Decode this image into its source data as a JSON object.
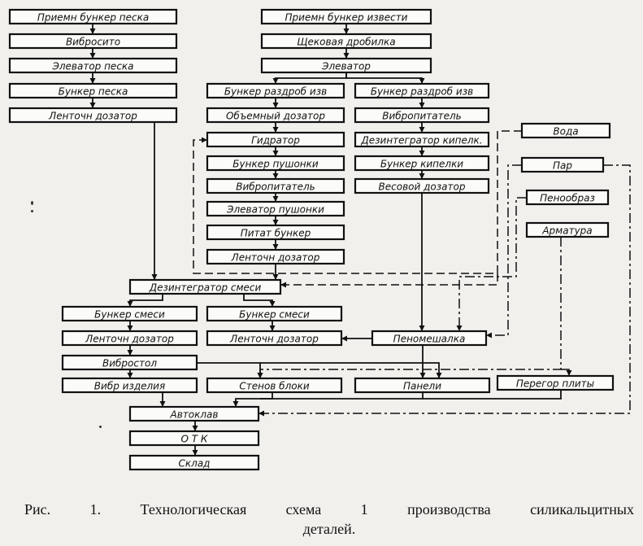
{
  "boxes": {
    "sand_receiving_bunker": "Приемн бункер песка",
    "vibrosieve": "Вибросито",
    "sand_elevator": "Элеватор песка",
    "sand_bunker": "Бункер песка",
    "sand_belt_dispenser": "Ленточн дозатор",
    "lime_receiving_bunker": "Приемн бункер извести",
    "jaw_crusher": "Щековая дробилка",
    "elevator": "Элеватор",
    "crushed_lime_bunker_1": "Бункер раздроб изв",
    "crushed_lime_bunker_2": "Бункер раздроб изв",
    "volumetric_dispenser": "Объемный дозатор",
    "vibrofeeder_1": "Вибропитатель",
    "hydrator": "Гидратор",
    "disintegrator_boiling": "Дезинтегратор кипелк.",
    "fluff_bunker": "Бункер пушонки",
    "boiling_lime_bunker": "Бункер кипелки",
    "vibrofeeder_2": "Вибропитатель",
    "weight_dispenser": "Весовой дозатор",
    "fluff_elevator": "Элеватор пушонки",
    "feeder_bunker": "Питат бункер",
    "belt_dispenser_1": "Ленточн дозатор",
    "water": "Вода",
    "steam": "Пар",
    "foaming_agent": "Пенообраз",
    "reinforcement": "Арматура",
    "mix_disintegrator": "Дезинтегратор смеси",
    "mix_bunker_1": "Бункер смеси",
    "mix_bunker_2": "Бункер смеси",
    "belt_dispenser_2": "Ленточн дозатор",
    "belt_dispenser_3": "Ленточн дозатор",
    "foam_mixer": "Пеномешалка",
    "vibrotable": "Вибростол",
    "vibro_products": "Вибр изделия",
    "wall_blocks": "Стенов блоки",
    "panels": "Панели",
    "partition_slabs": "Перегор плиты",
    "autoclave": "Автоклав",
    "otk": "О Т К",
    "warehouse": "Склад"
  },
  "caption": {
    "line1": "Рис. 1. Технологическая схема 1 производства силикальцитных",
    "line2": "деталей."
  }
}
